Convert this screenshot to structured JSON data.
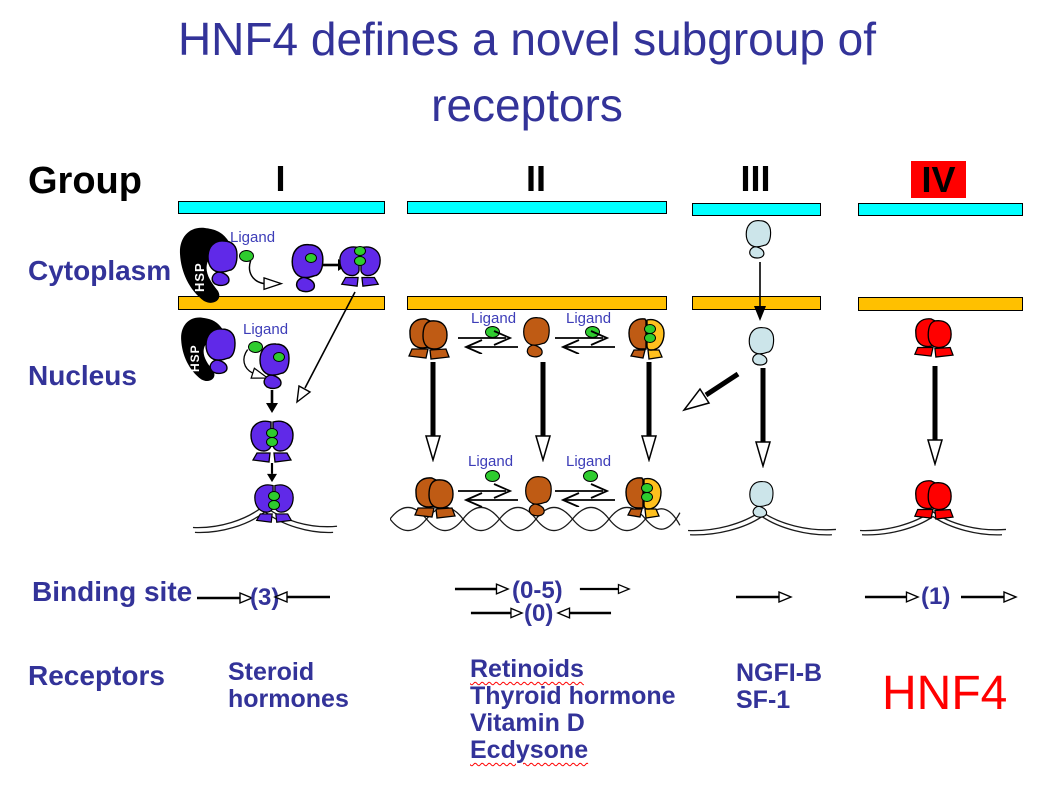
{
  "title": "HNF4 defines a novel subgroup of receptors",
  "row_labels": {
    "group": "Group",
    "cytoplasm": "Cytoplasm",
    "nucleus": "Nucleus",
    "binding_site": "Binding site",
    "receptors": "Receptors"
  },
  "columns": [
    {
      "label": "I",
      "highlighted": false
    },
    {
      "label": "II",
      "highlighted": false
    },
    {
      "label": "III",
      "highlighted": false
    },
    {
      "label": "IV",
      "highlighted": true
    }
  ],
  "labels": {
    "ligand": "Ligand",
    "hsp": "HSP"
  },
  "binding_sites": {
    "group1": {
      "value": "(3)",
      "pattern": "inverted-repeat"
    },
    "group2_row1": {
      "value": "(0-5)",
      "pattern": "direct-repeat"
    },
    "group2_row2": {
      "value": "(0)",
      "pattern": "inverted-repeat"
    },
    "group3": {
      "value": "",
      "pattern": "single-half-site"
    },
    "group4": {
      "value": "(1)",
      "pattern": "direct-repeat"
    }
  },
  "receptor_lists": {
    "group1": [
      "Steroid",
      "hormones"
    ],
    "group2": [
      "Retinoids",
      "Thyroid hormone",
      "Vitamin D",
      "Ecdysone"
    ],
    "group3": [
      "NGFI-B",
      "SF-1"
    ],
    "group4": "HNF4"
  },
  "colors": {
    "title_text": "#333399",
    "label_blue": "#333399",
    "ligand_text": "#3d3db8",
    "membrane_cyan": "#00ffff",
    "membrane_gold": "#ffc000",
    "receptor_purple": "#6029e8",
    "receptor_brown": "#bf5b14",
    "receptor_gold": "#ffc01e",
    "receptor_lightblue": "#cce5ea",
    "receptor_red": "#ff0000",
    "ligand_green": "#2ecc2e",
    "group4_highlight": "#ff0000",
    "hnf4_text": "#ff0000",
    "underline_red": "#ff0000"
  }
}
